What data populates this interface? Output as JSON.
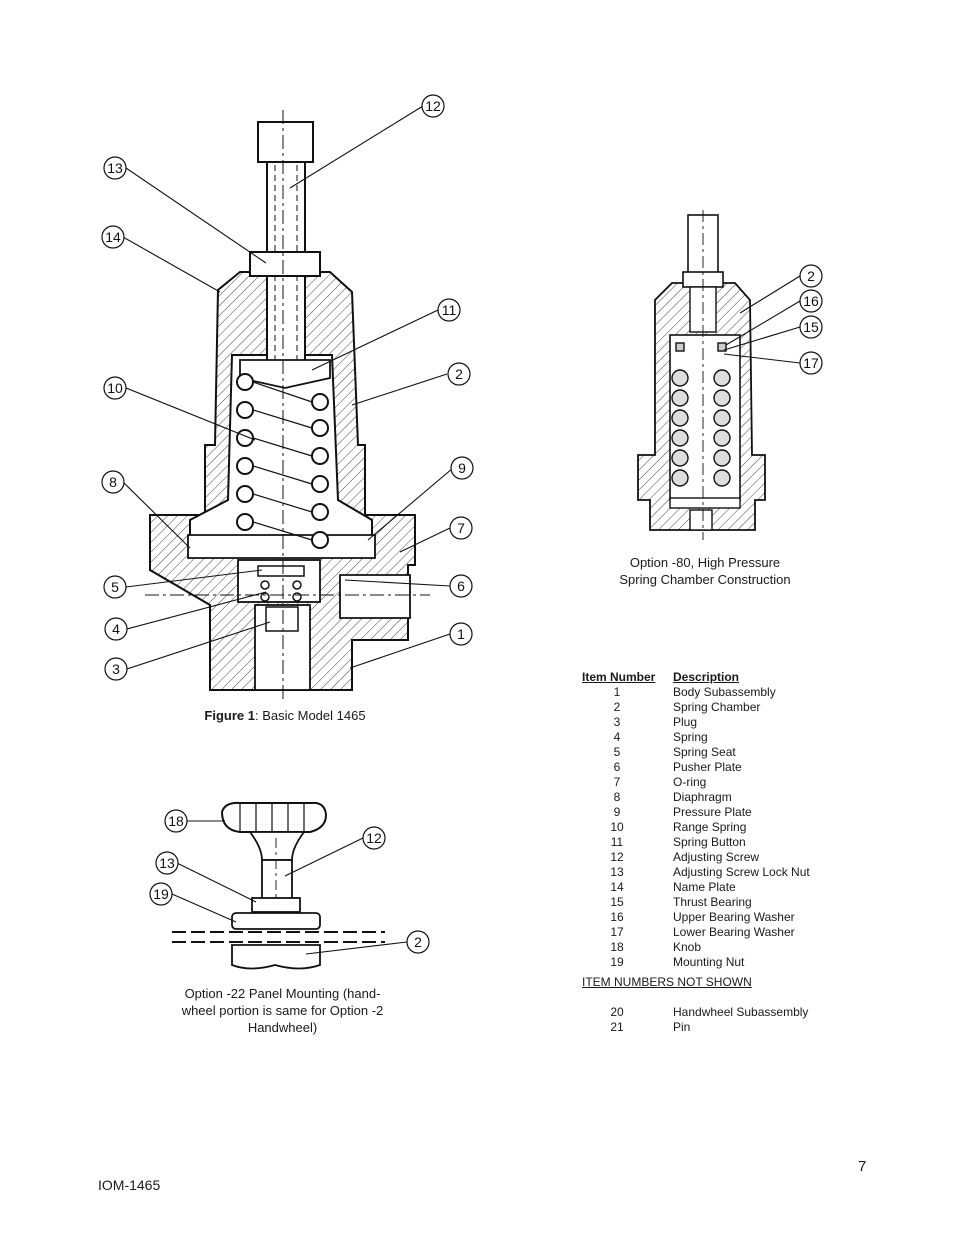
{
  "figure1": {
    "caption_bold": "Figure 1",
    "caption_rest": ":  Basic Model 1465",
    "callouts": [
      "12",
      "13",
      "14",
      "11",
      "2",
      "10",
      "9",
      "8",
      "7",
      "5",
      "6",
      "4",
      "1",
      "3"
    ]
  },
  "option80": {
    "caption_line1": "Option -80, High Pressure",
    "caption_line2": "Spring Chamber Construction",
    "callouts": [
      "2",
      "16",
      "15",
      "17"
    ]
  },
  "option22": {
    "caption_line1": "Option -22 Panel Mounting (hand-",
    "caption_line2": "wheel portion is same for Option -2",
    "caption_line3": "Handwheel)",
    "callouts": [
      "18",
      "12",
      "13",
      "19",
      "2"
    ]
  },
  "parts_list": {
    "header_number": "Item Number",
    "header_description": "Description",
    "items": [
      {
        "num": "1",
        "desc": "Body Subassembly"
      },
      {
        "num": "2",
        "desc": "Spring Chamber"
      },
      {
        "num": "3",
        "desc": "Plug"
      },
      {
        "num": "4",
        "desc": "Spring"
      },
      {
        "num": "5",
        "desc": "Spring Seat"
      },
      {
        "num": "6",
        "desc": "Pusher Plate"
      },
      {
        "num": "7",
        "desc": "O-ring"
      },
      {
        "num": "8",
        "desc": "Diaphragm"
      },
      {
        "num": "9",
        "desc": "Pressure Plate"
      },
      {
        "num": "10",
        "desc": "Range Spring"
      },
      {
        "num": "11",
        "desc": "Spring Button"
      },
      {
        "num": "12",
        "desc": "Adjusting Screw"
      },
      {
        "num": "13",
        "desc": "Adjusting Screw Lock Nut"
      },
      {
        "num": "14",
        "desc": "Name Plate"
      },
      {
        "num": "15",
        "desc": "Thrust Bearing"
      },
      {
        "num": "16",
        "desc": "Upper Bearing Washer"
      },
      {
        "num": "17",
        "desc": "Lower Bearing Washer"
      },
      {
        "num": "18",
        "desc": "Knob"
      },
      {
        "num": "19",
        "desc": "Mounting Nut"
      }
    ],
    "not_shown_heading": "ITEM NUMBERS NOT SHOWN",
    "not_shown_items": [
      {
        "num": "20",
        "desc": "Handwheel Subassembly"
      },
      {
        "num": "21",
        "desc": "Pin"
      }
    ]
  },
  "footer": {
    "page_number": "7",
    "doc_id": "IOM-1465"
  }
}
